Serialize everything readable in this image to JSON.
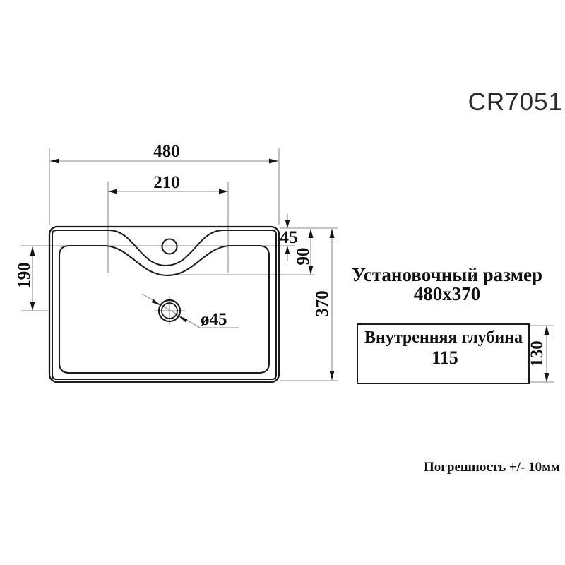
{
  "title": {
    "model": "CR7051"
  },
  "colors": {
    "background": "#ffffff",
    "outline": "#1b1b1b",
    "dimension_line": "#8e8e8e",
    "text": "#111111"
  },
  "top_view": {
    "dim_width": "480",
    "dim_hole_spacing": "210",
    "dim_rim_to_hole": "45",
    "dim_rim_to_ledge": "90",
    "dim_depth": "370",
    "dim_hole_to_drain": "190",
    "drain_diameter": "ø45"
  },
  "side_view": {
    "label": "Внутренняя глубина",
    "depth_value": "115",
    "dim_height": "130"
  },
  "notes": {
    "install_line1": "Установочный размер",
    "install_line2": "480x370",
    "tolerance": "Погрешность +/- 10мм"
  }
}
